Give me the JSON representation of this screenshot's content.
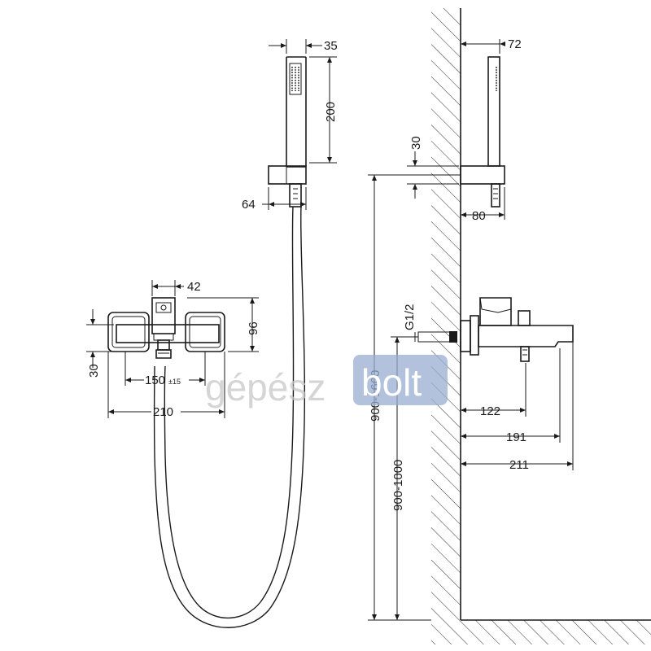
{
  "drawing": {
    "title": "",
    "dimensions": {
      "hand_shower_depth": "35",
      "hand_shower_length": "200",
      "holder_width": "64",
      "valve_width": "42",
      "mixer_height": "96",
      "eccentric_height": "30",
      "center_spacing": "150",
      "center_tolerance": "±15",
      "mixer_total_width": "210",
      "wall_hand_shower_depth": "72",
      "holder_height": "30",
      "holder_projection": "80",
      "connection_thread": "G1/2",
      "holder_mount_height": "900-1600",
      "mixer_mount_height": "900-1000",
      "valve_projection": "122",
      "spout_projection": "191",
      "total_projection": "211"
    },
    "watermark": {
      "part1": "gépész",
      "part2": "bolt"
    }
  }
}
